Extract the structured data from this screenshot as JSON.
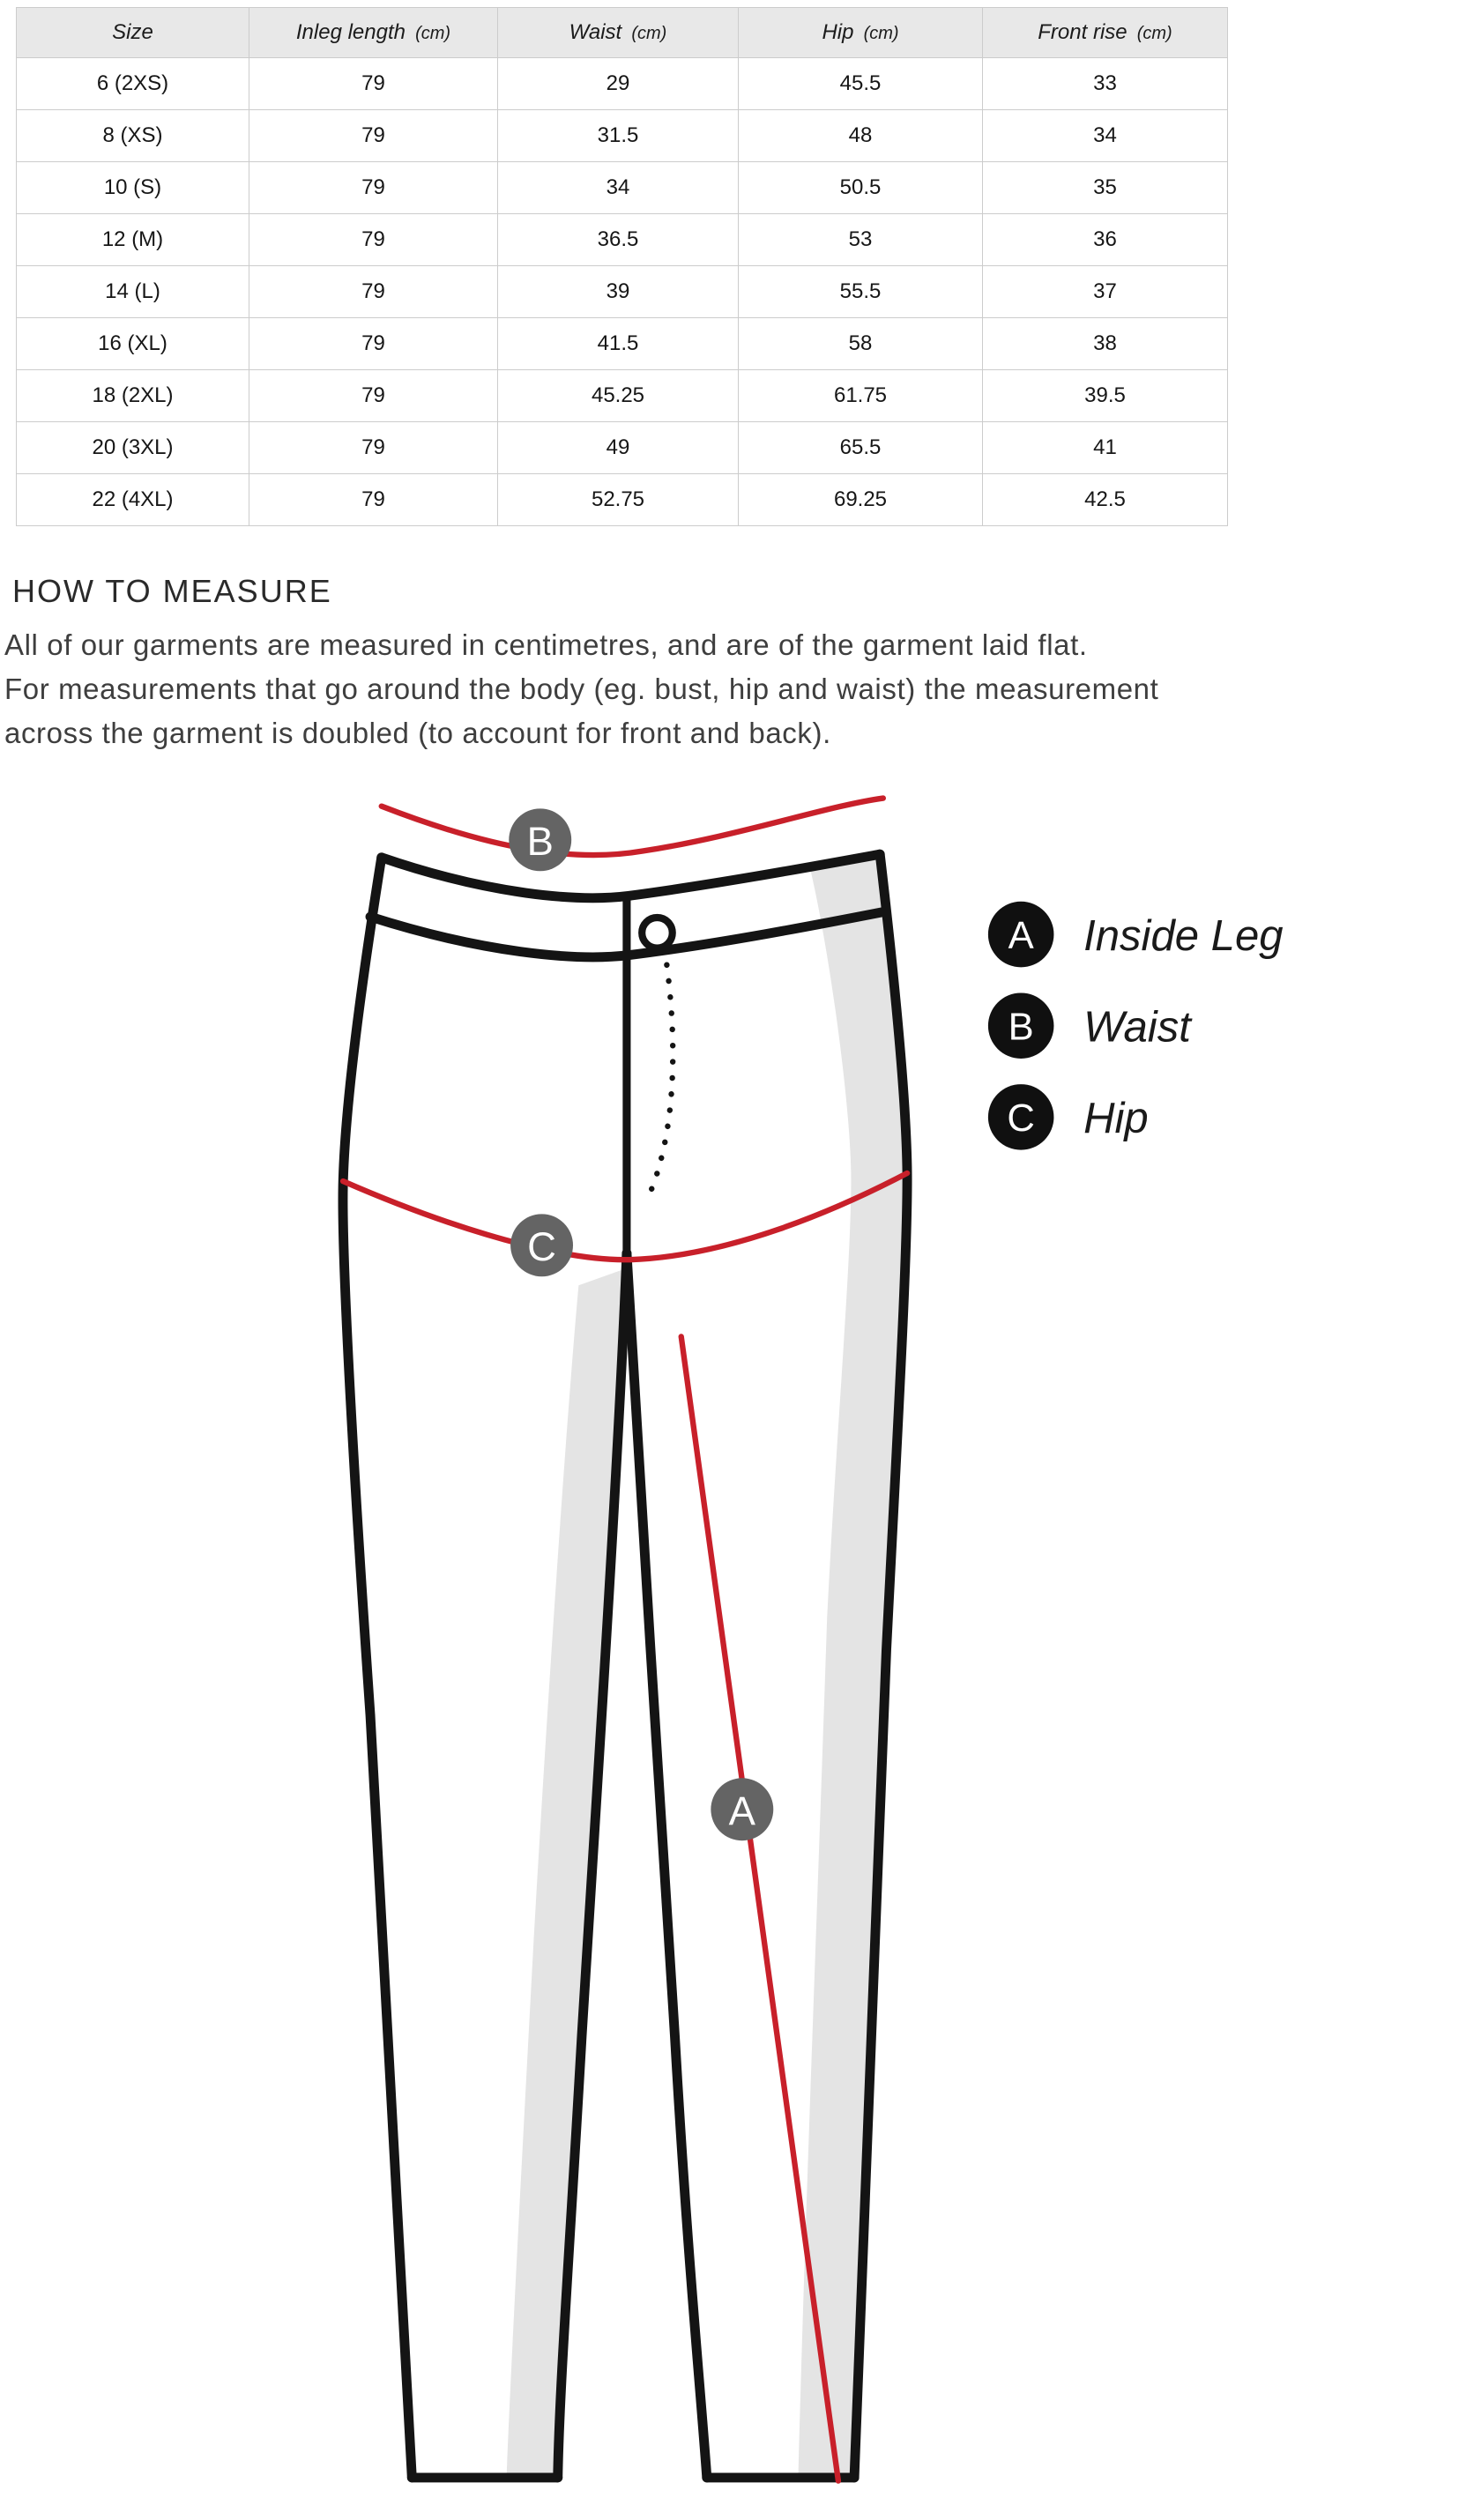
{
  "colors": {
    "measure_red": "#c8202a",
    "marker_gray": "#646464",
    "legend_black": "#101010",
    "shade_gray": "#e4e4e4",
    "outline_black": "#141414",
    "table_border": "#cccccc",
    "table_header_bg": "#e8e8e8"
  },
  "size_table": {
    "columns": [
      {
        "label": "Size",
        "unit": ""
      },
      {
        "label": "Inleg length",
        "unit": "(cm)"
      },
      {
        "label": "Waist",
        "unit": "(cm)"
      },
      {
        "label": "Hip",
        "unit": "(cm)"
      },
      {
        "label": "Front rise",
        "unit": "(cm)"
      }
    ],
    "rows": [
      [
        "6 (2XS)",
        "79",
        "29",
        "45.5",
        "33"
      ],
      [
        "8 (XS)",
        "79",
        "31.5",
        "48",
        "34"
      ],
      [
        "10 (S)",
        "79",
        "34",
        "50.5",
        "35"
      ],
      [
        "12 (M)",
        "79",
        "36.5",
        "53",
        "36"
      ],
      [
        "14 (L)",
        "79",
        "39",
        "55.5",
        "37"
      ],
      [
        "16 (XL)",
        "79",
        "41.5",
        "58",
        "38"
      ],
      [
        "18 (2XL)",
        "79",
        "45.25",
        "61.75",
        "39.5"
      ],
      [
        "20 (3XL)",
        "79",
        "49",
        "65.5",
        "41"
      ],
      [
        "22 (4XL)",
        "79",
        "52.75",
        "69.25",
        "42.5"
      ]
    ]
  },
  "how_to_measure": {
    "heading": "HOW TO MEASURE",
    "body_lines": [
      "All of our garments are measured in centimetres, and are of the garment laid flat.",
      "For measurements that go around the body (eg. bust, hip and waist) the measurement",
      "across the garment is doubled (to account for front and back)."
    ]
  },
  "diagram": {
    "markers": [
      {
        "letter": "A",
        "label": "Inside Leg"
      },
      {
        "letter": "B",
        "label": "Waist"
      },
      {
        "letter": "C",
        "label": "Hip"
      }
    ]
  }
}
